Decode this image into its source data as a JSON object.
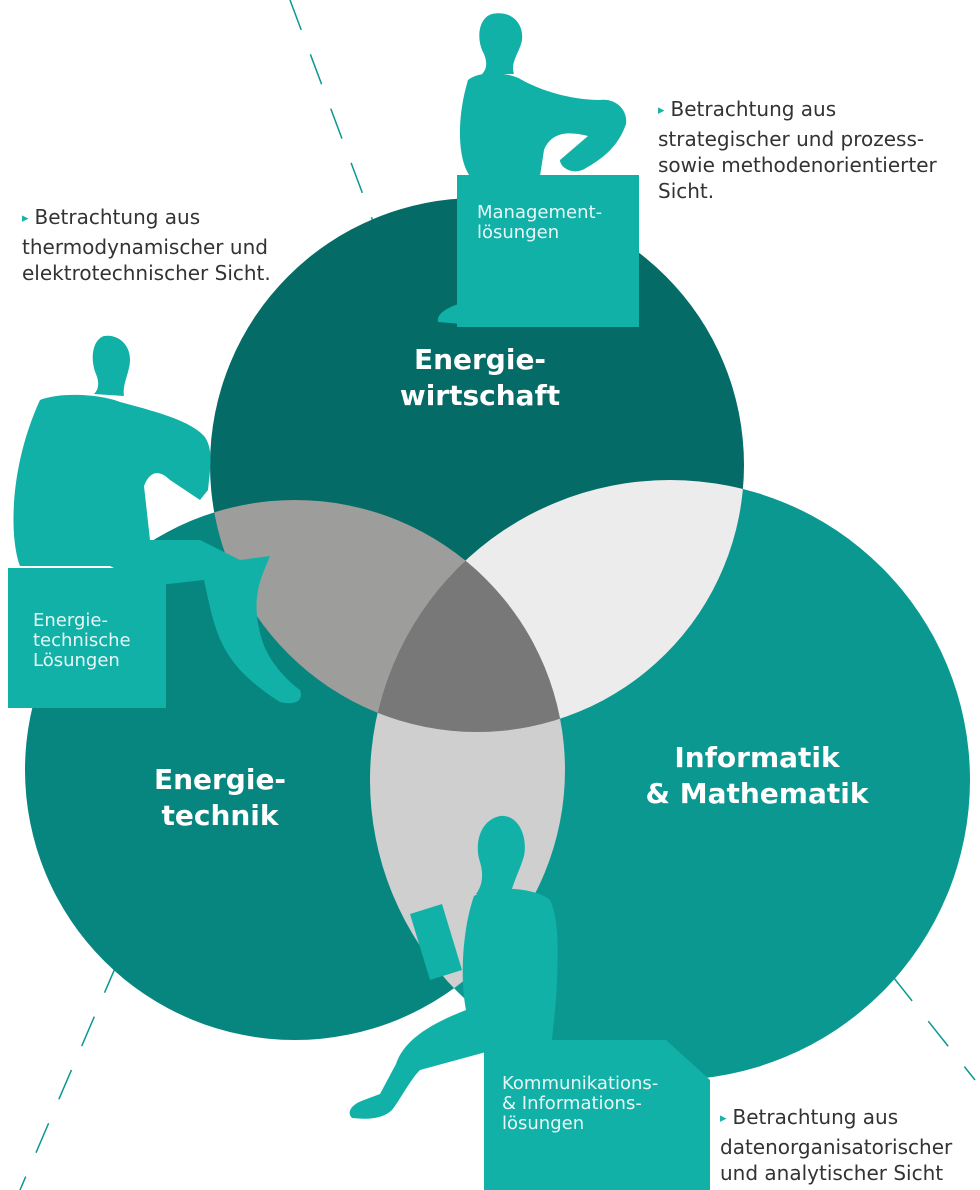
{
  "colors": {
    "circle_energiewirtschaft": "#046b66",
    "circle_energietechnik": "#07857f",
    "circle_informatik": "#0a9890",
    "accent_teal": "#12b1a8",
    "overlap_wirtschaft_technik": "#9d9d9b",
    "overlap_wirtschaft_informatik": "#ececec",
    "overlap_technik_informatik": "#cfcfcf",
    "overlap_center": "#787878"
  },
  "circles": {
    "energiewirtschaft": "Energie-\nwirtschaft",
    "energietechnik": "Energie-\ntechnik",
    "informatik": "Informatik\n& Mathematik"
  },
  "boxes": {
    "management": "Management-\nlösungen",
    "energietechnisch": "Energie-\ntechnische\nLösungen",
    "kommunikation": "Kommunikations-\n& Informations-\nlösungen"
  },
  "notes": {
    "management": "Betrachtung aus\nstrategischer und prozess-\nsowie methodenorientierter\nSicht.",
    "energietechnik": "Betrachtung aus\nthermodynamischer und\nelektrotechnischer Sicht.",
    "informatik": "Betrachtung aus\ndatenorganisatorischer\nund analytischer Sicht"
  },
  "icons": {
    "arrow": "▸",
    "figures": [
      "seated-man-figure-icon",
      "seated-man-figure-icon",
      "seated-woman-laptop-figure-icon"
    ]
  }
}
